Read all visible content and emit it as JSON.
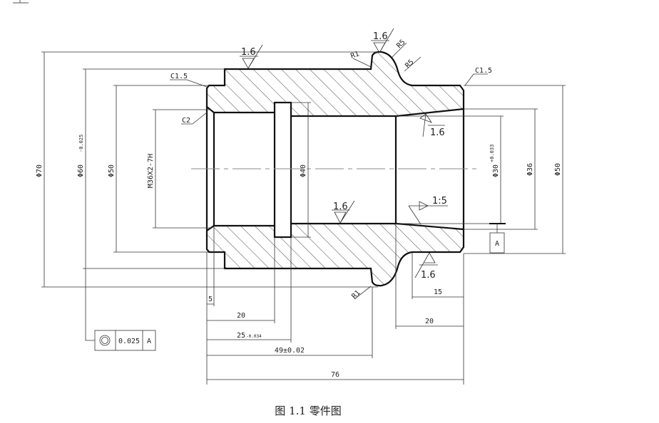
{
  "caption": "图 1.1  零件图",
  "diameters": {
    "outer_max": "Φ70",
    "shoulder": "Φ60",
    "shoulder_tol_upper": "0",
    "shoulder_tol_lower": "-0.025",
    "left_outer": "Φ50",
    "thread": "M36X2-7H",
    "groove": "Φ40",
    "taper_small": "Φ30",
    "taper_small_tol": "+0.033",
    "taper_large": "Φ36",
    "right_outer": "Φ50"
  },
  "chamfers": {
    "left_outer": "C1.5",
    "thread": "C2",
    "right_outer": "C1.5"
  },
  "radii": {
    "top_fillet": "R1",
    "bump_upper": "R5",
    "bump_lower": "R5",
    "bottom_fillet": "R1"
  },
  "roughness": [
    "1.6",
    "1.6",
    "1.6",
    "1.6",
    "1.6"
  ],
  "taper": "1:5",
  "datum": "A",
  "lengths": {
    "chamfer_len": "5",
    "thread_len": "20",
    "groove_pos": "25",
    "groove_pos_tol_upper": "0",
    "groove_pos_tol_lower": "-0.034",
    "shoulder_len": "49±0.02",
    "total": "76",
    "right_15": "15",
    "right_20": "20"
  },
  "tolerance_frame": {
    "symbol": "concentricity-icon",
    "value": "0.025",
    "datum": "A"
  }
}
